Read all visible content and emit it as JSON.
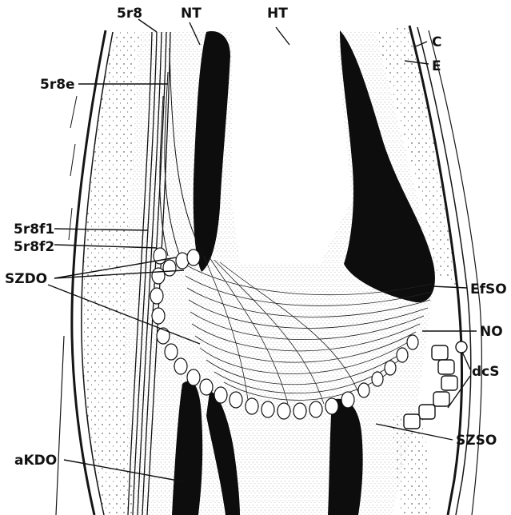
{
  "labels": {
    "l_5r8": "5r8",
    "l_nt": "NT",
    "l_ht": "HT",
    "l_c": "C",
    "l_e": "E",
    "l_5r8e": "5r8e",
    "l_5r8f1": "5r8f1",
    "l_5r8f2": "5r8f2",
    "l_szdo": "SZDO",
    "l_efso": "EfSO",
    "l_no": "NO",
    "l_dcs": "dcS",
    "l_szso": "SZSO",
    "l_akdo": "aKDO"
  },
  "colors": {
    "ink": "#0d0d0d",
    "paper": "#ffffff"
  }
}
